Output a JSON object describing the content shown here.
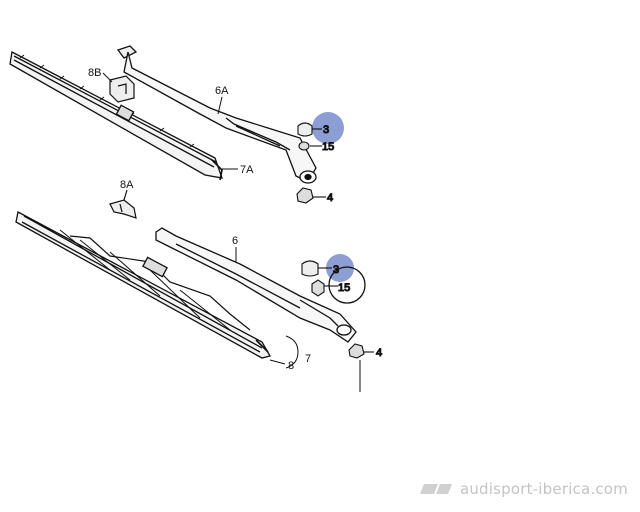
{
  "labels": {
    "arm_upper": "6A",
    "blade_upper": "7A",
    "clip_upper": "8B",
    "cap_upper": "3",
    "washer_upper": "15",
    "nut_upper": "4",
    "clip_lower": "8A",
    "arm_lower": "6",
    "cap_lower": "3",
    "washer_lower": "15",
    "nut_lower": "4",
    "blade_lower": "7",
    "insert_lower": "8"
  },
  "highlight_color": "#7f94cf",
  "watermark": "audisport-iberica.com"
}
